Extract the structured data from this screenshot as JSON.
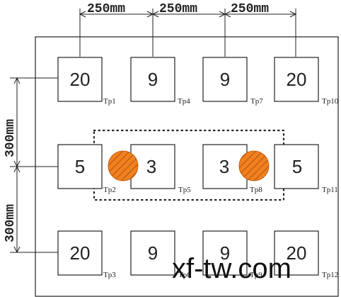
{
  "diagram": {
    "spacing": {
      "horizontal_label": "250mm",
      "vertical_label": "300mm"
    },
    "test_points": [
      {
        "id": "Tp1",
        "value": "20"
      },
      {
        "id": "Tp4",
        "value": "9"
      },
      {
        "id": "Tp7",
        "value": "9"
      },
      {
        "id": "Tp10",
        "value": "20"
      },
      {
        "id": "Tp2",
        "value": "5"
      },
      {
        "id": "Tp5",
        "value": "3"
      },
      {
        "id": "Tp8",
        "value": "3"
      },
      {
        "id": "Tp11",
        "value": "5"
      },
      {
        "id": "Tp3",
        "value": "20"
      },
      {
        "id": "Tp6",
        "value": "9"
      },
      {
        "id": "Tp9",
        "value": "9"
      },
      {
        "id": "Tp12",
        "value": "20"
      }
    ],
    "heat_source_color": "#F08020",
    "watermark": "xf-tw.com"
  }
}
